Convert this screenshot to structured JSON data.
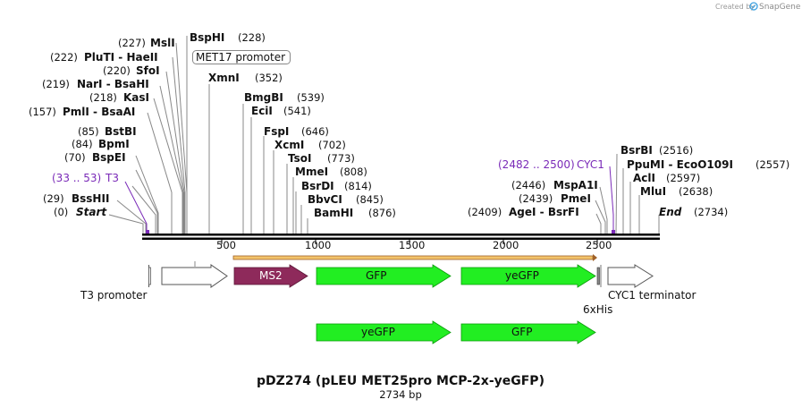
{
  "credit": {
    "prefix": "Created by",
    "brand": "SnapGene"
  },
  "title": "pDZ274 (pLEU MET25pro MCP-2x-yeGFP)",
  "length_label": "2734 bp",
  "ticks": [
    "500",
    "1000",
    "1500",
    "2000",
    "2500"
  ],
  "promoter_box": "MET17 promoter",
  "left_labels": [
    {
      "pos": "(227)",
      "name": "MslI"
    },
    {
      "pos": "(222)",
      "name": "PluTI  - HaeII"
    },
    {
      "pos": "(220)",
      "name": "SfoI"
    },
    {
      "pos": "(219)",
      "name": "NarI  - BsaHI"
    },
    {
      "pos": "(218)",
      "name": "KasI"
    },
    {
      "pos": "(157)",
      "name": "PmlI  - BsaAI"
    },
    {
      "pos": "(85)",
      "name": "BstBI"
    },
    {
      "pos": "(84)",
      "name": "BpmI"
    },
    {
      "pos": "(70)",
      "name": "BspEI"
    },
    {
      "pos": "(33 .. 53)",
      "name": "T3"
    },
    {
      "pos": "(29)",
      "name": "BssHII"
    },
    {
      "pos": "(0)",
      "name": "Start"
    }
  ],
  "mid_labels": [
    {
      "name": "BspHI",
      "pos": "(228)"
    },
    {
      "name": "XmnI",
      "pos": "(352)"
    },
    {
      "name": "BmgBI",
      "pos": "(539)"
    },
    {
      "name": "EciI",
      "pos": "(541)"
    },
    {
      "name": "FspI",
      "pos": "(646)"
    },
    {
      "name": "XcmI",
      "pos": "(702)"
    },
    {
      "name": "TsoI",
      "pos": "(773)"
    },
    {
      "name": "MmeI",
      "pos": "(808)"
    },
    {
      "name": "BsrDI",
      "pos": "(814)"
    },
    {
      "name": "BbvCI",
      "pos": "(845)"
    },
    {
      "name": "BamHI",
      "pos": "(876)"
    }
  ],
  "right_labels": [
    {
      "pos": "(2482 .. 2500)",
      "name": "CYC1"
    },
    {
      "pos": "(2446)",
      "name": "MspA1I"
    },
    {
      "pos": "(2439)",
      "name": "PmeI"
    },
    {
      "pos": "(2409)",
      "name": "AgeI  - BsrFI"
    }
  ],
  "far_right_labels": [
    {
      "name": "BsrBI",
      "pos": "(2516)"
    },
    {
      "name": "PpuMI  - EcoO109I",
      "pos": "(2557)"
    },
    {
      "name": "AclI",
      "pos": "(2597)"
    },
    {
      "name": "MluI",
      "pos": "(2638)"
    },
    {
      "name": "End",
      "pos": "(2734)"
    }
  ],
  "features": {
    "t3_promoter": "T3 promoter",
    "ms2": "MS2",
    "gfp_top": "GFP",
    "yegfp_top": "yeGFP",
    "his": "6xHis",
    "cyc1_terminator": "CYC1 terminator",
    "yegfp_bottom": "yeGFP",
    "gfp_bottom": "GFP"
  },
  "colors": {
    "ms2": "#8e2a5b",
    "gfp": "#22ee22",
    "orf": "#f2c36a",
    "feature_text": "#7a2ab8",
    "backbone": "#000000"
  }
}
